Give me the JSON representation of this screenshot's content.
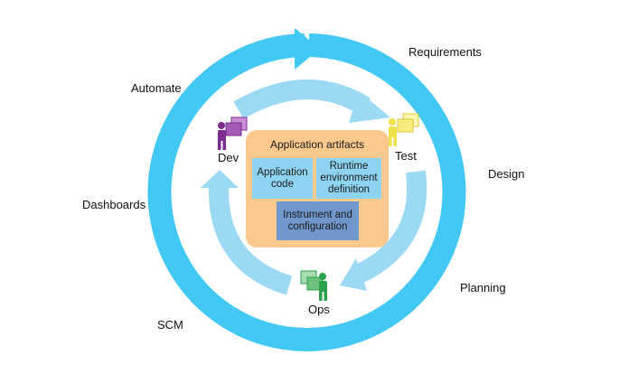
{
  "colors": {
    "outer_ring": "#42c8f4",
    "inner_ring": "#9bd9f5",
    "artifacts_panel": "#fbc98e",
    "light_box": "#8fd3f2",
    "dark_box": "#6f97cc",
    "dev_person": "#7b2d8f",
    "test_person": "#f0e14a",
    "ops_person": "#2aa24b"
  },
  "outer_labels": {
    "requirements": "Requirements",
    "design": "Design",
    "planning": "Planning",
    "scm": "SCM",
    "dashboards": "Dashboards",
    "automate": "Automate"
  },
  "roles": {
    "dev": {
      "label": "Dev",
      "icon": "person-with-documents-icon"
    },
    "test": {
      "label": "Test",
      "icon": "person-with-documents-icon"
    },
    "ops": {
      "label": "Ops",
      "icon": "person-with-documents-icon"
    }
  },
  "artifacts": {
    "title": "Application artifacts",
    "boxes": {
      "application_code": "Application code",
      "runtime_definition": "Runtime environment definition",
      "instrument_configuration": "Instrument and configuration"
    }
  }
}
